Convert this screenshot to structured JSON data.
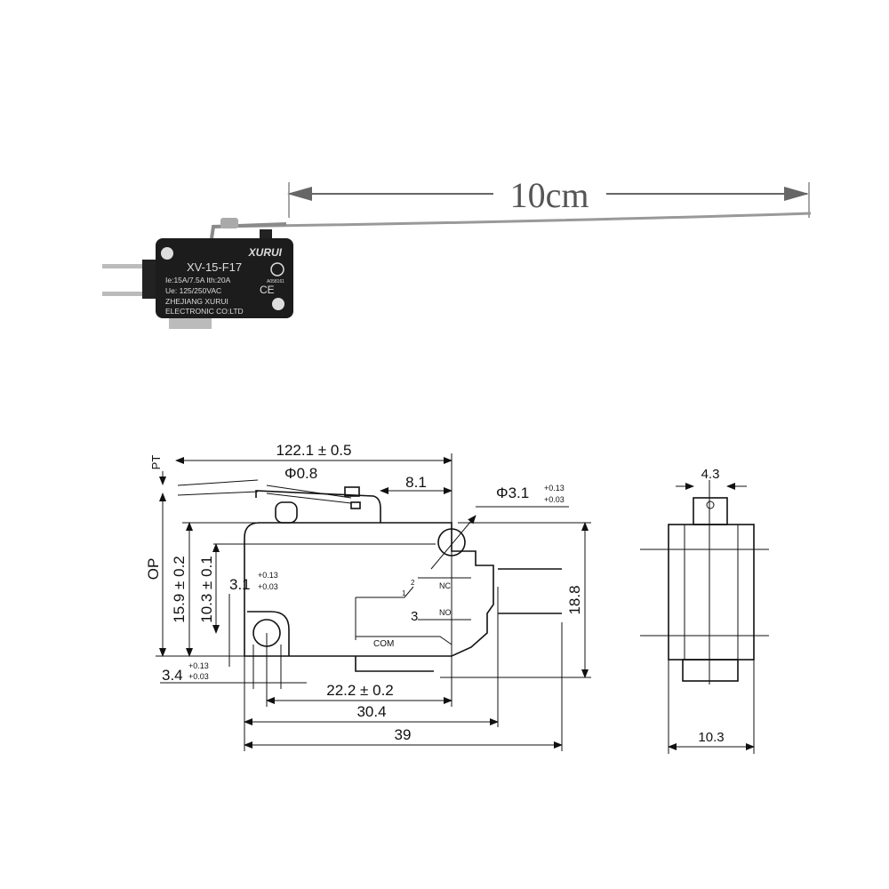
{
  "photo": {
    "length_label": "10cm",
    "brand": "XURUI",
    "model": "XV-15-F17",
    "rating1": "Ie:15A/7.5A Ith:20A",
    "rating2": "Ue:  125/250VAC",
    "maker1": "ZHEJIANG XURUI",
    "maker2": "ELECTRONIC CO:LTD",
    "ce": "CE",
    "ccc_code": "A058161"
  },
  "drawing": {
    "pt": "PT",
    "op": "OP",
    "lever_length": "122.1 ± 0.5",
    "wire_dia": "Φ0.8",
    "offset": "8.1",
    "hole_dia": "Φ3.1",
    "tol_plus": "+0.13",
    "tol_minus": "+0.03",
    "op_height": "15.9 ± 0.2",
    "hole_height": "10.3 ± 0.1",
    "hole_small": "3.1",
    "edge": "3.4",
    "hole_spacing": "22.2 ± 0.2",
    "body_len": "30.4",
    "total_len": "39",
    "height": "18.8",
    "nc": "NC",
    "no": "NO",
    "com": "COM",
    "pin1": "1",
    "pin2": "2",
    "pin3": "3",
    "side_top": "4.3",
    "side_width": "10.3"
  }
}
